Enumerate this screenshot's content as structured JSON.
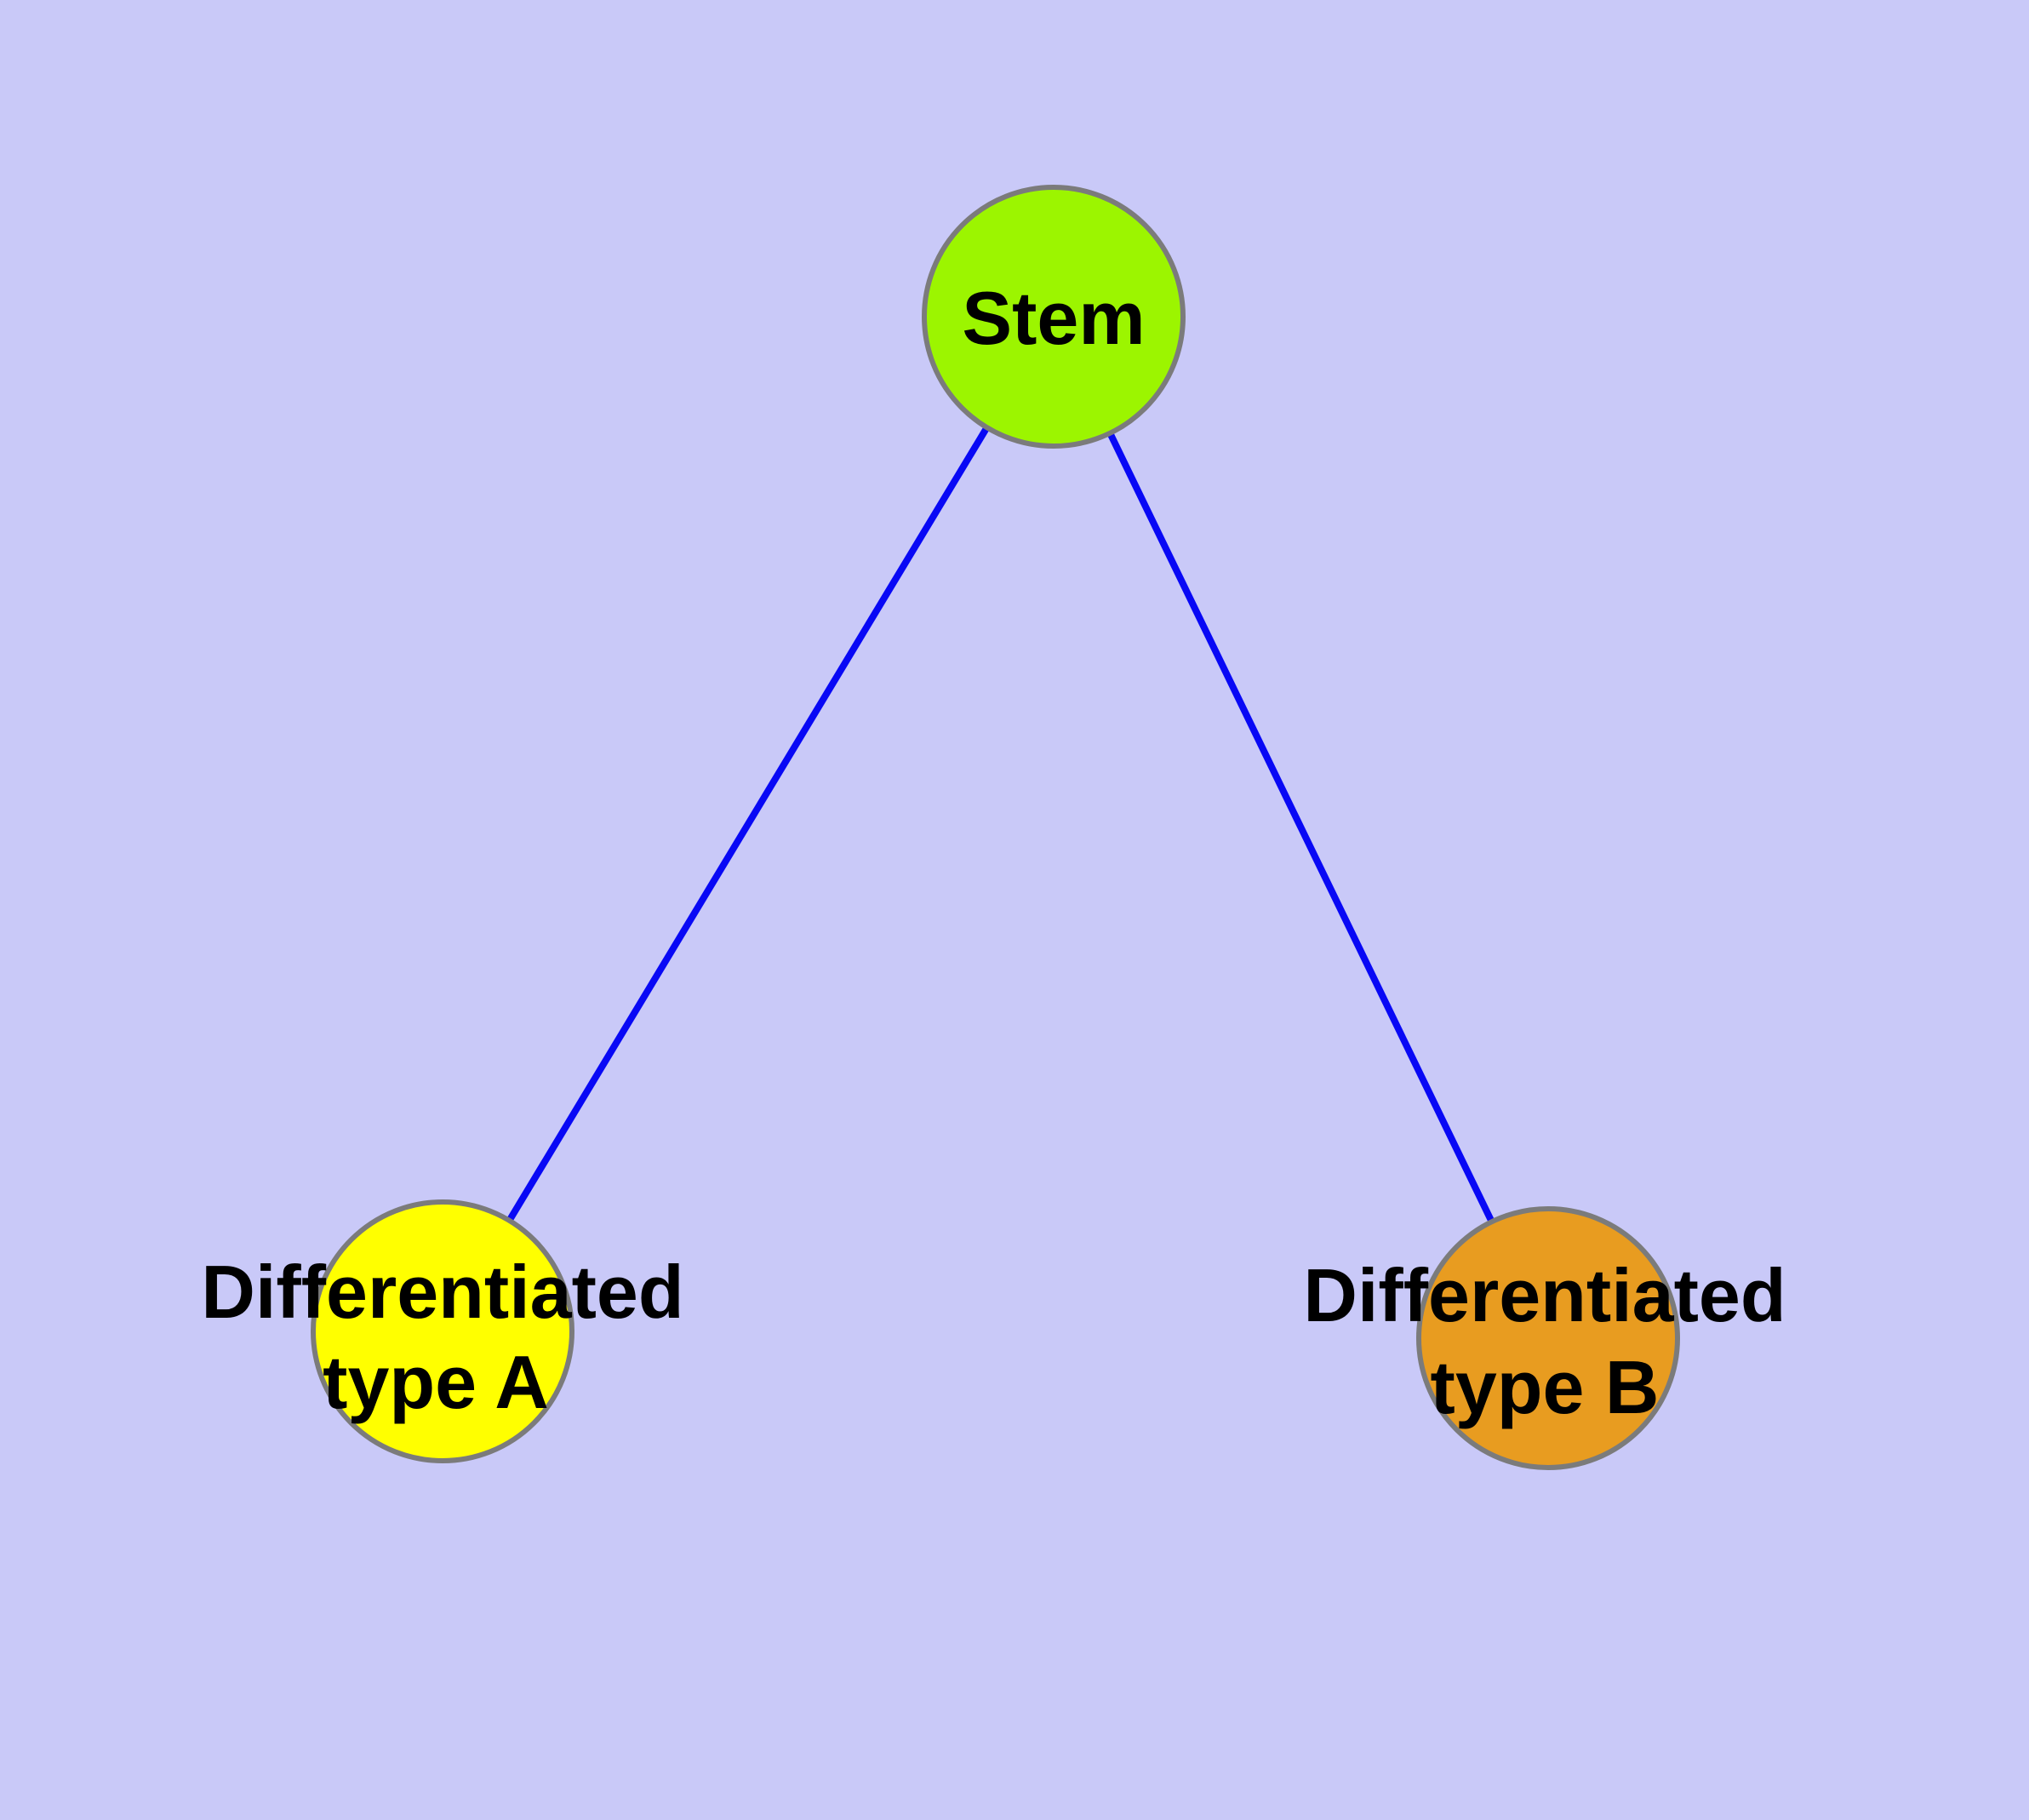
{
  "diagram": {
    "type": "node-link-graph",
    "background_color": "#C9C9F8",
    "edge_color": "#0808F5",
    "node_border_color": "#7B7B7B",
    "text_color": "#000000",
    "nodes": [
      {
        "id": "stem",
        "label": "Stem",
        "line1": "Stem",
        "fill": "#9CF500"
      },
      {
        "id": "differentiated-type-a",
        "label": "Differentiated type A",
        "line1": "Differentiated",
        "line2": "type A",
        "fill": "#FFFF00"
      },
      {
        "id": "differentiated-type-b",
        "label": "Differentiated type B",
        "line1": "Differentiated",
        "line2": "type B",
        "fill": "#E89C20"
      }
    ],
    "edges": [
      {
        "from": "Stem",
        "to": "Differentiated type A"
      },
      {
        "from": "Stem",
        "to": "Differentiated type B"
      }
    ]
  }
}
